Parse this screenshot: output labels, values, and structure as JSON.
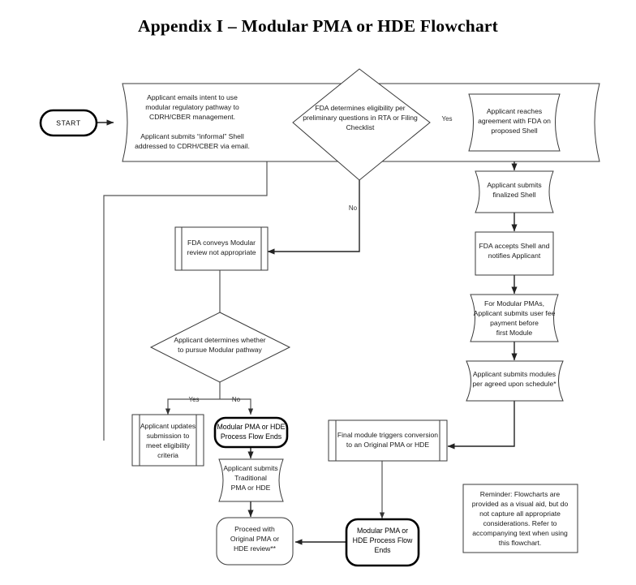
{
  "document": {
    "title": "Appendix I – Modular PMA or HDE Flowchart"
  },
  "colors": {
    "background": "#ffffff",
    "shape_stroke_thin": "#3a3a3a",
    "shape_stroke_thick": "#000000",
    "connector": "#555555",
    "text": "#1a1a1a"
  },
  "flowchart": {
    "nodes": {
      "start": {
        "label": "START",
        "shape": "terminator"
      },
      "applicant_emails_intent": {
        "line1": "Applicant emails intent to use",
        "line2": "modular regulatory pathway to",
        "line3": "CDRH/CBER management.",
        "line4": "Applicant submits “informal” Shell",
        "line5": "addressed to CDRH/CBER via email.",
        "shape": "tape"
      },
      "fda_determines_eligibility": {
        "line1": "FDA determines eligibility per",
        "line2": "preliminary questions in RTA or Filing",
        "line3": "Checklist",
        "shape": "decision"
      },
      "applicant_reaches_agreement": {
        "line1": "Applicant reaches",
        "line2": "agreement with FDA on",
        "line3": "proposed Shell",
        "shape": "tape"
      },
      "applicant_submits_finalized_shell": {
        "line1": "Applicant submits",
        "line2": "finalized Shell",
        "shape": "tape"
      },
      "fda_accepts_shell": {
        "line1": "FDA accepts Shell and",
        "line2": "notifies Applicant",
        "shape": "process"
      },
      "user_fee_payment": {
        "line1": "For Modular PMAs,",
        "line2": "Applicant submits user fee",
        "line3": "payment before",
        "line4": "first Module",
        "shape": "tape"
      },
      "applicant_submits_modules": {
        "line1": "Applicant submits modules",
        "line2": "per agreed upon schedule*",
        "shape": "tape"
      },
      "fda_conveys_modular": {
        "line1": "FDA conveys Modular",
        "line2": "review not appropriate",
        "shape": "predefined-process"
      },
      "applicant_determines_whether": {
        "line1": "Applicant determines whether",
        "line2": "to pursue Modular pathway",
        "shape": "decision"
      },
      "applicant_updates_submission": {
        "line1": "Applicant updates",
        "line2": "submission to",
        "line3": "meet eligibility",
        "line4": "criteria",
        "shape": "predefined-process"
      },
      "modular_flow_ends_left": {
        "line1": "Modular PMA or HDE",
        "line2": "Process Flow Ends",
        "shape": "terminator"
      },
      "applicant_submits_traditional": {
        "line1": "Applicant submits",
        "line2": "Traditional",
        "line3": "PMA or HDE",
        "shape": "tape"
      },
      "proceed_with_original": {
        "line1": "Proceed with",
        "line2": "Original PMA or",
        "line3": "HDE review**",
        "shape": "rounded-process"
      },
      "final_module_triggers": {
        "line1": "Final module triggers conversion",
        "line2": "to an Original PMA or HDE",
        "shape": "predefined-process"
      },
      "modular_flow_ends_right": {
        "line1": "Modular PMA or",
        "line2": "HDE Process Flow",
        "line3": "Ends",
        "shape": "terminator"
      },
      "reminder_note": {
        "line1": "Reminder: Flowcharts are",
        "line2": "provided as a visual aid, but do",
        "line3": "not capture all appropriate",
        "line4": "considerations. Refer to",
        "line5": "accompanying text when using",
        "line6": "this flowchart.",
        "shape": "note"
      }
    },
    "edge_labels": {
      "eligibility_yes": "Yes",
      "eligibility_no": "No",
      "pursue_yes": "Yes",
      "pursue_no": "No"
    }
  }
}
